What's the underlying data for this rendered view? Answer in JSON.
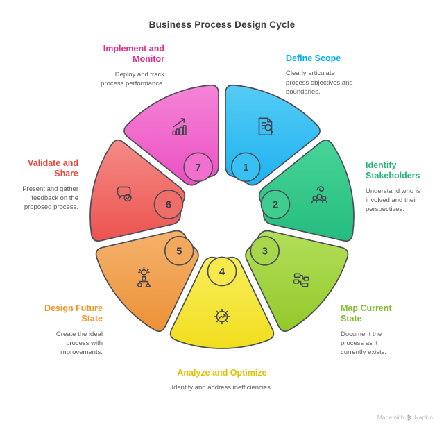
{
  "title": "Business Process Design Cycle",
  "footer": {
    "made_with": "Made with",
    "brand": "Napkin"
  },
  "colors": {
    "outline": "#4d4d58",
    "icon_stroke": "#45454f",
    "number_text": "#3e3e4c",
    "title_text": "#3d3d40",
    "body_text": "#595a5c",
    "footer_text": "#b6bcc2"
  },
  "segments": [
    {
      "num": "1",
      "title": "Define Scope",
      "desc": "Clearly articulate process objectives and boundaries.",
      "label_color": "#00adee",
      "grad_light": "#55ccf5",
      "grad_main": "#1eb2ef",
      "circle_fill": "#38c0f2",
      "icon": "document-search-icon"
    },
    {
      "num": "2",
      "title": "Identify Stakeholders",
      "desc": "Understand who is involved and their perspectives.",
      "label_color": "#23b573",
      "grad_light": "#47d499",
      "grad_main": "#25bc7e",
      "circle_fill": "#3ecd8f",
      "icon": "stakeholders-icon"
    },
    {
      "num": "3",
      "title": "Map Current State",
      "desc": "Document the process as it currently exists.",
      "label_color": "#84bd31",
      "grad_light": "#b2de5a",
      "grad_main": "#92ca2a",
      "circle_fill": "#a6d74b",
      "icon": "flowchart-icon"
    },
    {
      "num": "4",
      "title": "Analyze and Optimize",
      "desc": "Identify and address inefficiencies.",
      "label_color": "#e1bf06",
      "grad_light": "#f9ed5c",
      "grad_main": "#f1de1e",
      "circle_fill": "#f7e94c",
      "icon": "gear-optimize-icon"
    },
    {
      "num": "5",
      "title": "Design Future State",
      "desc": "Create the ideal process with improvements.",
      "label_color": "#f6921e",
      "grad_light": "#f4b26b",
      "grad_main": "#ed9137",
      "circle_fill": "#f2a95c",
      "icon": "idea-design-icon"
    },
    {
      "num": "6",
      "title": "Validate and Share",
      "desc": "Present and gather feedback on the proposed process.",
      "label_color": "#e8473d",
      "grad_light": "#f48b85",
      "grad_main": "#ec5350",
      "circle_fill": "#f06e6a",
      "icon": "feedback-check-icon"
    },
    {
      "num": "7",
      "title": "Implement and Monitor",
      "desc": "Deploy and track process performance.",
      "label_color": "#e9278f",
      "grad_light": "#f584d7",
      "grad_main": "#eb50c1",
      "circle_fill": "#f170ce",
      "icon": "growth-chart-icon"
    }
  ]
}
